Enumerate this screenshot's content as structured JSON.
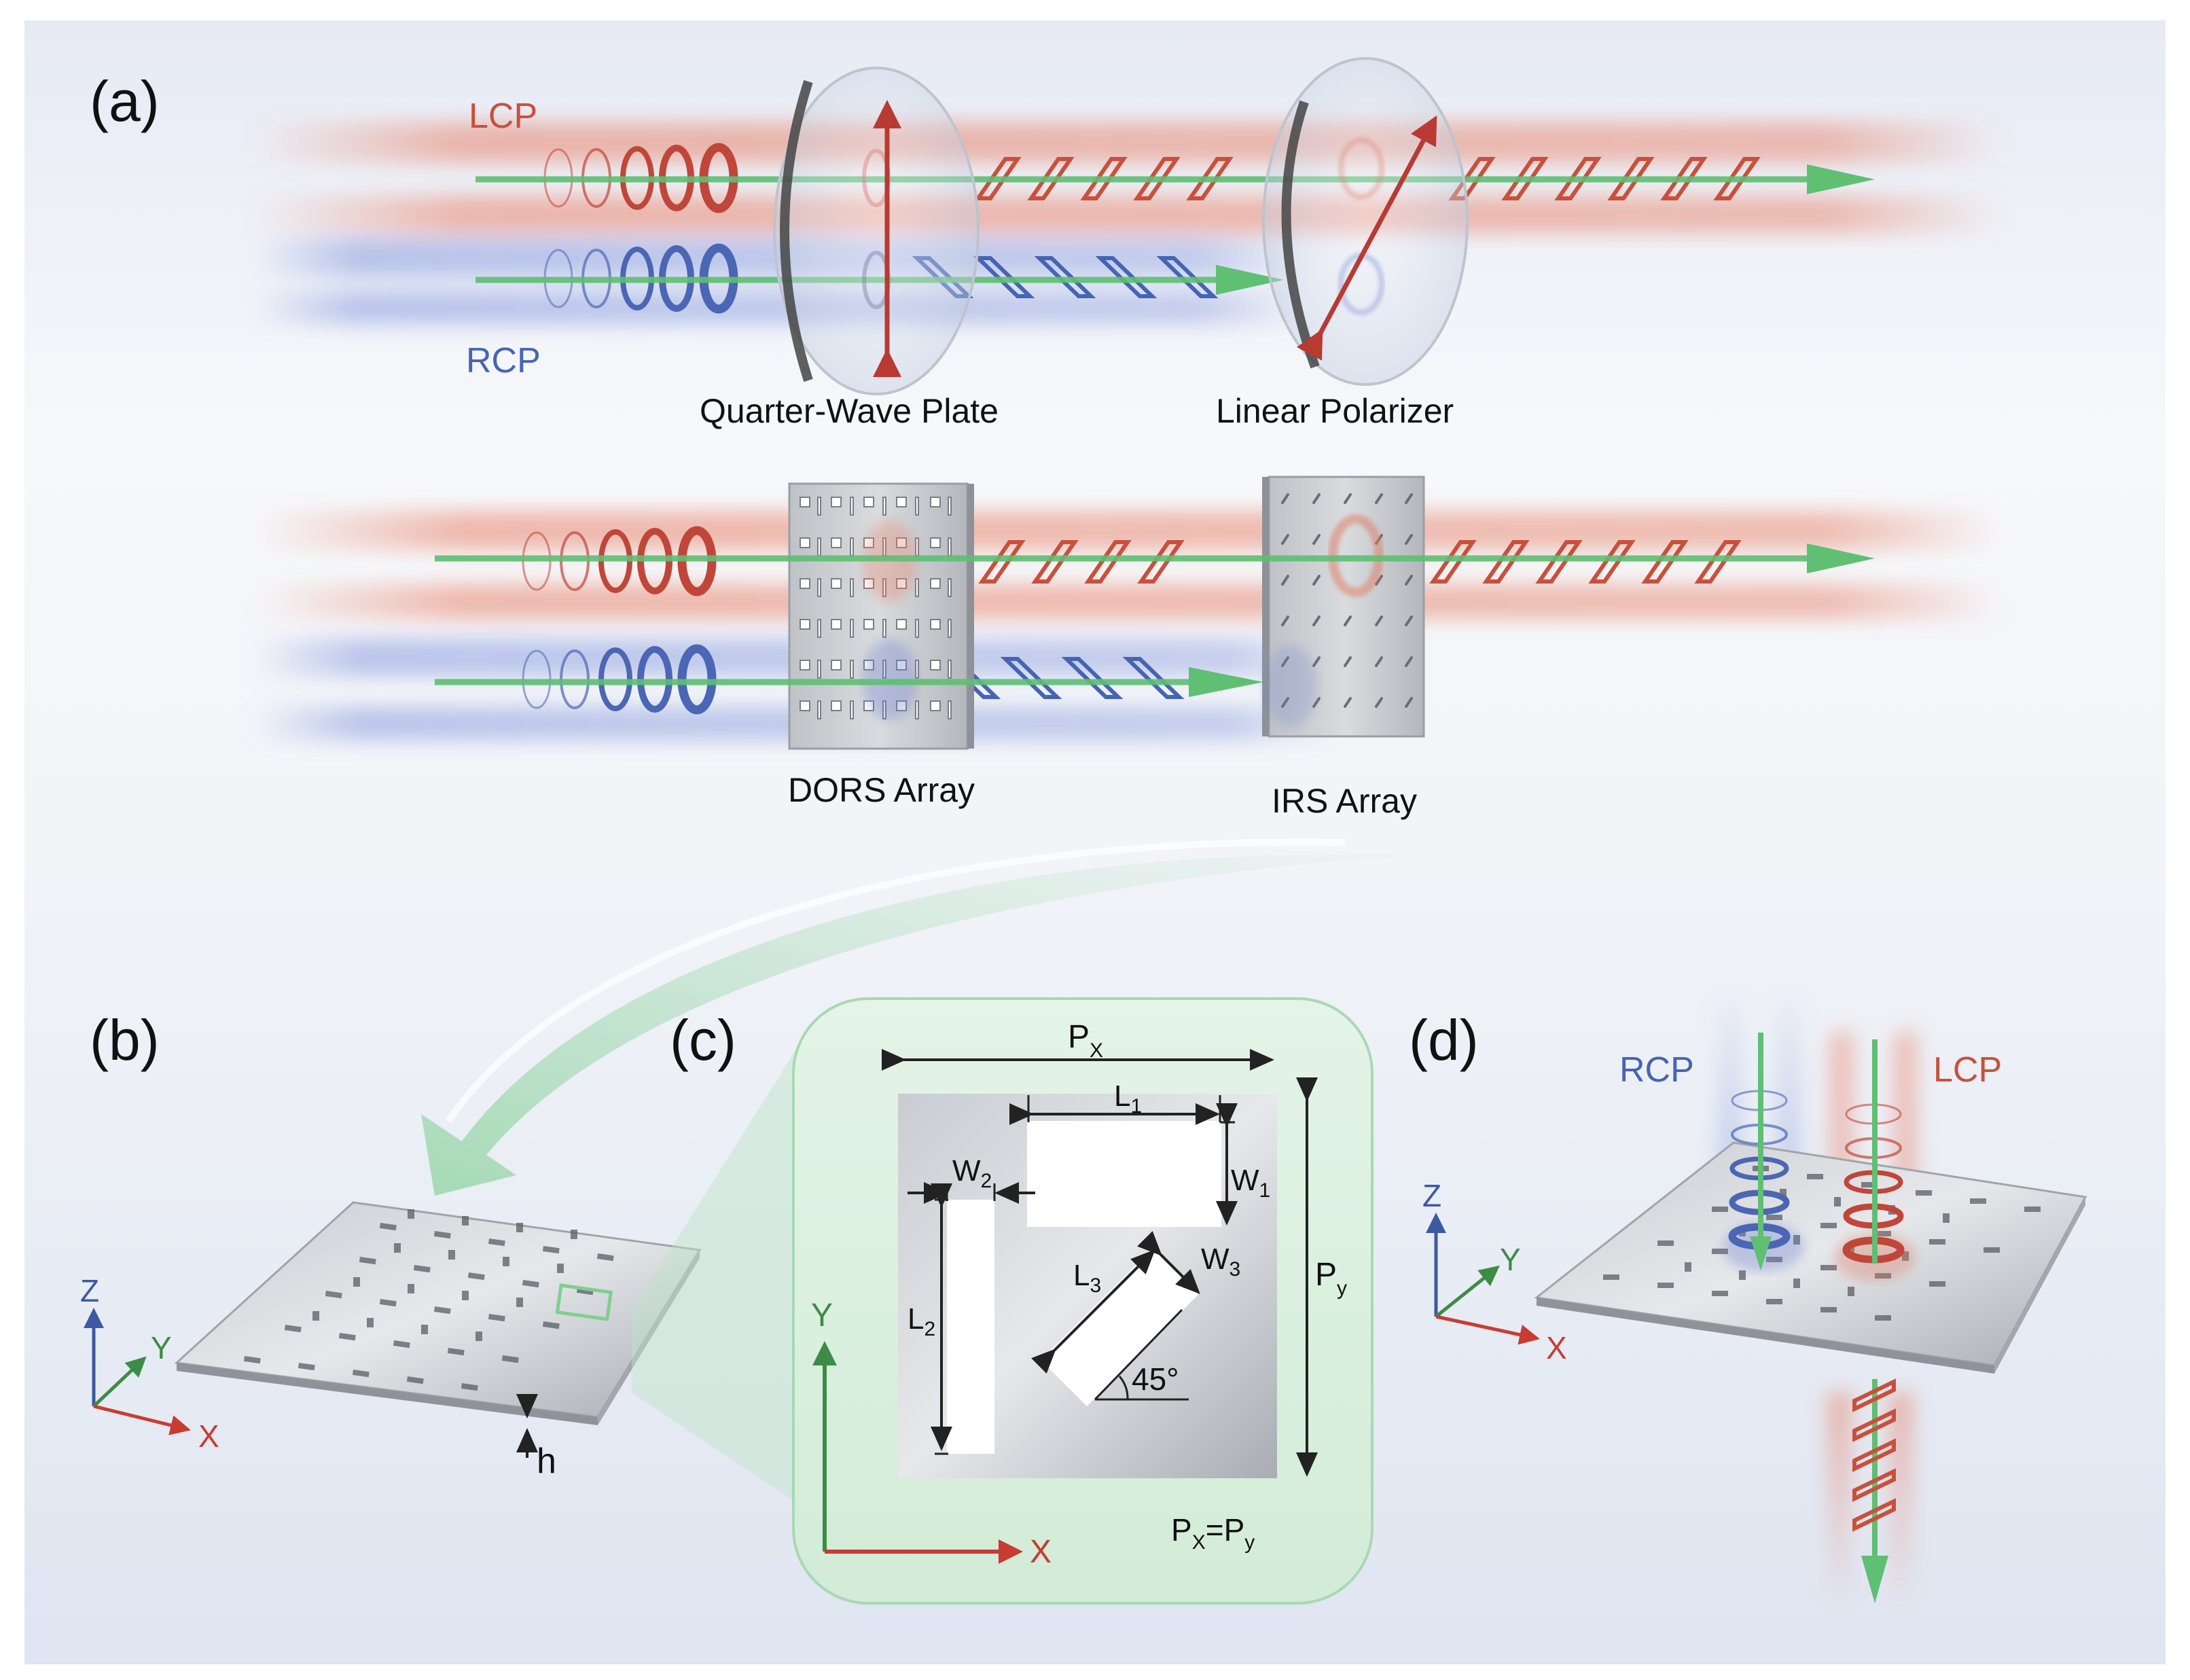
{
  "panels": {
    "a": {
      "label": "(a)",
      "lcp": "LCP",
      "rcp": "RCP",
      "quarter_wave_plate": "Quarter-Wave Plate",
      "linear_polarizer": "Linear Polarizer",
      "dors_array": "DORS Array",
      "irs_array": "IRS Array"
    },
    "b": {
      "label": "(b)",
      "axis_z": "Z",
      "axis_y": "Y",
      "axis_x": "X",
      "thickness": "h"
    },
    "c": {
      "label": "(c)",
      "px": "P",
      "px_sub": "X",
      "py": "P",
      "py_sub": "y",
      "l1": "L",
      "l1_sub": "1",
      "w1": "W",
      "w1_sub": "1",
      "w2": "W",
      "w2_sub": "2",
      "l2": "L",
      "l2_sub": "2",
      "l3": "L",
      "l3_sub": "3",
      "w3": "W",
      "w3_sub": "3",
      "angle": "45°",
      "axis_y": "Y",
      "axis_x": "X",
      "eq_p": "P",
      "eq_x": "X",
      "eq_mid": "=P",
      "eq_y": "y"
    },
    "d": {
      "label": "(d)",
      "rcp": "RCP",
      "lcp": "LCP",
      "axis_z": "Z",
      "axis_y": "Y",
      "axis_x": "X"
    }
  },
  "colors": {
    "lcp_red": "#c8503c",
    "rcp_blue": "#4664b4",
    "arrow_green": "#5fbf73",
    "axis_blue": "#3c5aa0",
    "axis_green": "#3c8c46",
    "axis_red": "#c83c32"
  }
}
